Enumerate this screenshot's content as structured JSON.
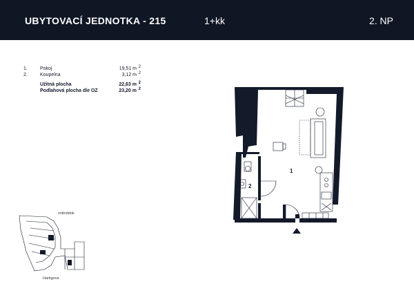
{
  "header": {
    "title": "UBYTOVACÍ JEDNOTKA - 215",
    "layout": "1+kk",
    "floor": "2. NP"
  },
  "rooms": [
    {
      "num": "1.",
      "name": "Pokoj",
      "area": "19,51 m",
      "unit": "2"
    },
    {
      "num": "2.",
      "name": "Koupelna",
      "area": "3,12 m",
      "unit": "2"
    }
  ],
  "totals": [
    {
      "name": "Užitná plocha",
      "area": "22,63 m",
      "unit": "2"
    },
    {
      "name": "Podlahová plocha dle OZ",
      "area": "23,20 m",
      "unit": "2"
    }
  ],
  "plan": {
    "room1_label": "1",
    "room2_label": "2"
  },
  "keyplan": {
    "label_top": "vnitroblok",
    "label_bottom": "Hartigova"
  },
  "colors": {
    "header_bg": "#0f1624",
    "wall": "#131a2a",
    "highlight": "#131a2a"
  }
}
